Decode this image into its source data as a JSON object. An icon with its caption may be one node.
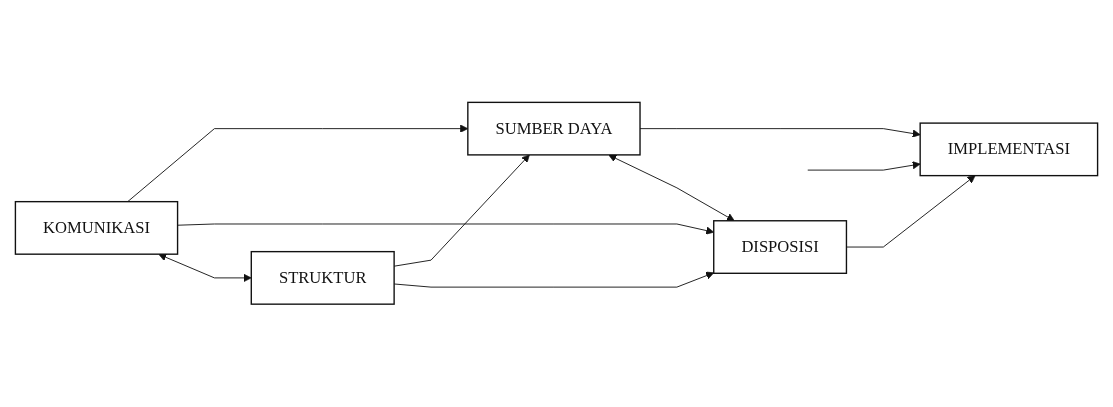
{
  "diagram": {
    "nodes": [
      {
        "text": [
          "KOMUNIKASI"
        ]
      },
      {
        "text": [
          "SUMBER DAYA"
        ]
      },
      {
        "text": [
          "IMPLEMENTASI"
        ]
      },
      {
        "text": [
          "DISPOSISI"
        ]
      },
      {
        "text": [
          "STRUKTUR"
        ]
      }
    ],
    "edges": [
      {
        "from": 0,
        "to": 1,
        "arrow": "to"
      },
      {
        "from": 0,
        "to": 3,
        "arrow": "to"
      },
      {
        "from": 0,
        "to": 4,
        "arrow": "both"
      },
      {
        "from": 4,
        "to": 1,
        "arrow": "to"
      },
      {
        "from": 4,
        "to": 3,
        "arrow": "to"
      },
      {
        "from": 1,
        "to": 2,
        "arrow": "to"
      },
      {
        "from": 1,
        "to": 3,
        "arrow": "both"
      },
      {
        "from": null,
        "to": 2,
        "arrow": "to"
      },
      {
        "from": 3,
        "to": 2,
        "arrow": "to"
      }
    ]
  }
}
